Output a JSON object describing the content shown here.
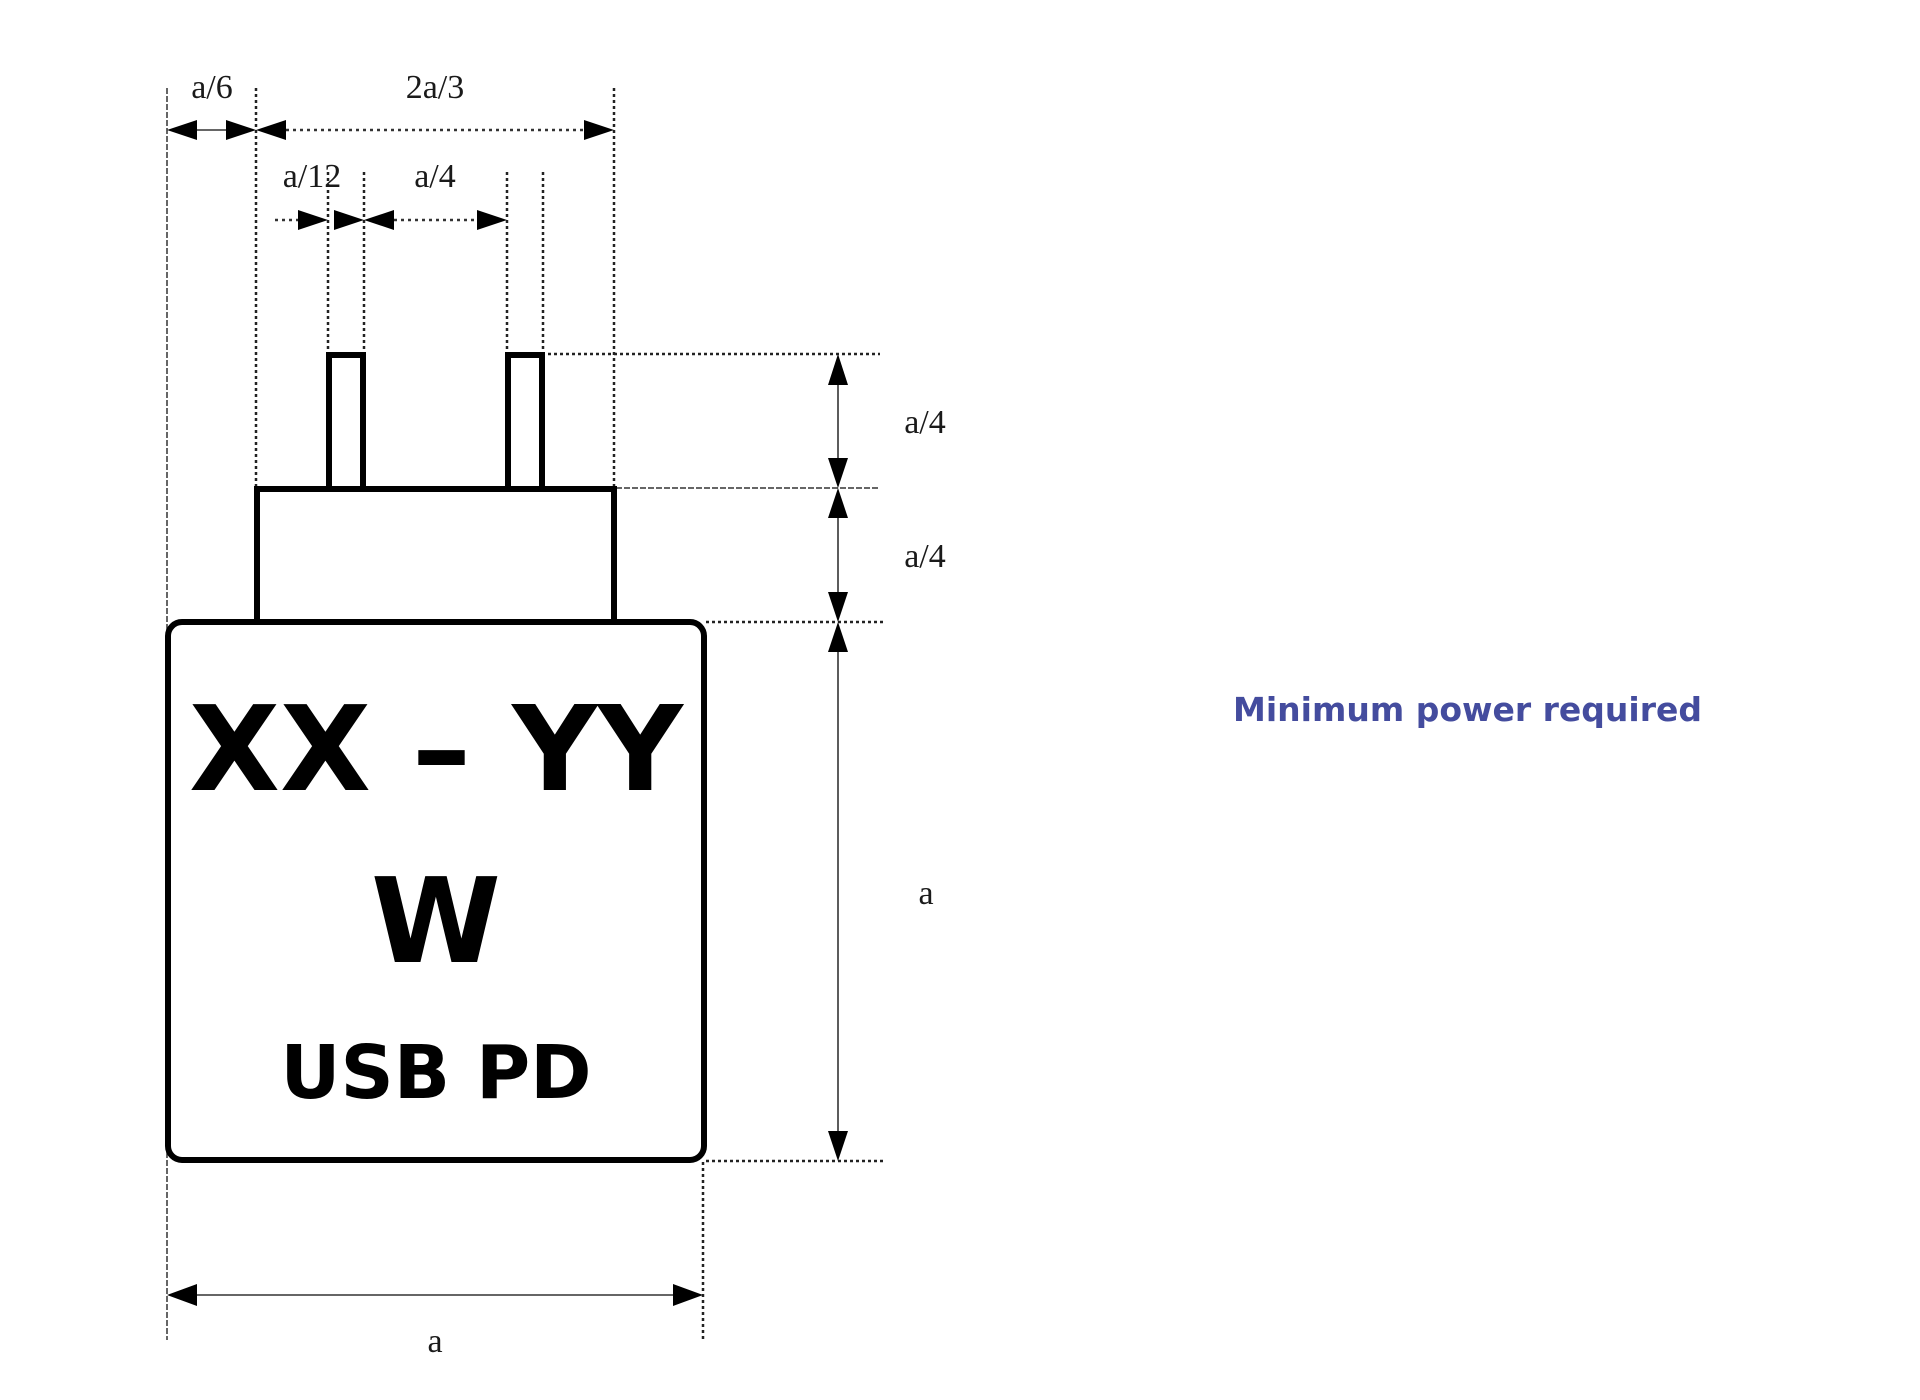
{
  "figure": {
    "dimensions": {
      "top_left_offset": "a/6",
      "top_base_width": "2a/3",
      "prong_offset": "a/12",
      "prong_spacing": "a/4",
      "prong_height": "a/4",
      "base_height": "a/4",
      "body_height": "a",
      "body_width": "a"
    },
    "label": {
      "power_range": "XX – YY",
      "unit": "W",
      "protocol": "USB PD"
    }
  },
  "note": {
    "text": "Minimum power required",
    "color": "#444c9e"
  }
}
